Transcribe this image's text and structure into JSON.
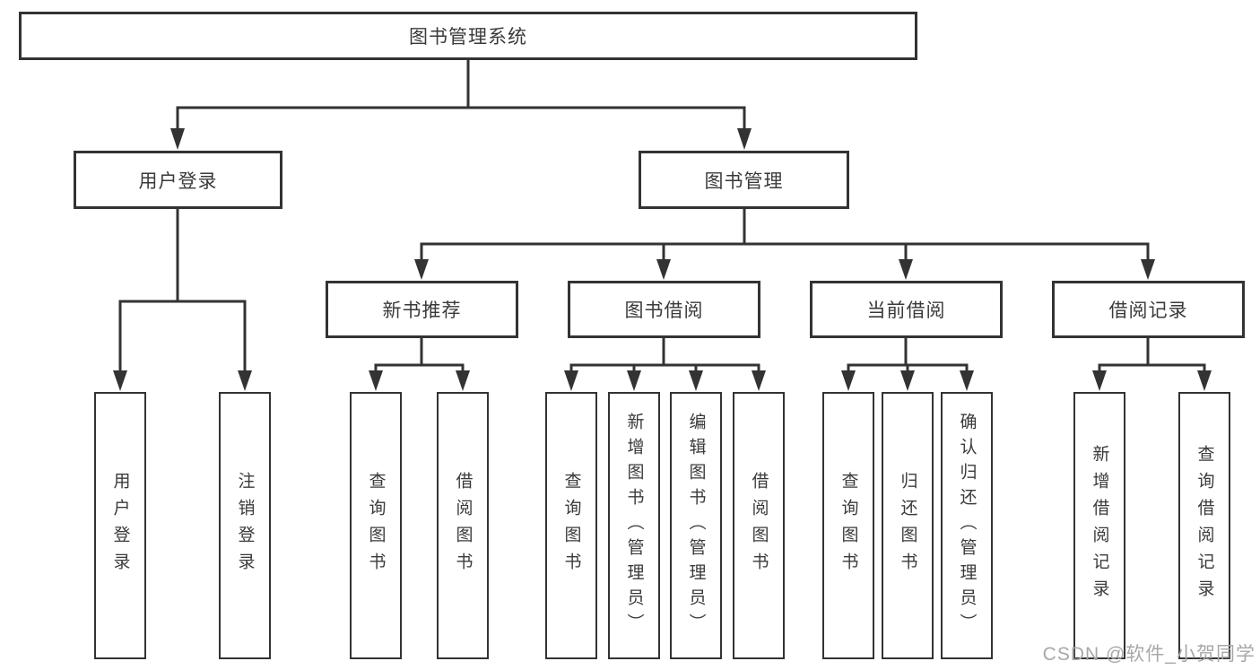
{
  "diagram": {
    "type": "tree",
    "root": "图书管理系统",
    "level2": {
      "user_login": "用户登录",
      "book_management": "图书管理"
    },
    "level3": {
      "new_book_recommend": "新书推荐",
      "book_borrow": "图书借阅",
      "current_borrow": "当前借阅",
      "borrow_records": "借阅记录"
    },
    "leaves": {
      "user_login": "用户登录",
      "logout": "注销登录",
      "nb_query_books": "查询图书",
      "nb_borrow_books": "借阅图书",
      "bb_query_books": "查询图书",
      "bb_add_book_admin": "新增图书（管理员）",
      "bb_edit_book_admin": "编辑图书（管理员）",
      "bb_borrow_books": "借阅图书",
      "cb_query_books": "查询图书",
      "cb_return_book": "归还图书",
      "cb_confirm_return_admin": "确认归还（管理员）",
      "br_add_record": "新增借阅记录",
      "br_query_record": "查询借阅记录"
    },
    "edges": [
      [
        "图书管理系统",
        "用户登录"
      ],
      [
        "图书管理系统",
        "图书管理"
      ],
      [
        "用户登录",
        "用户登录"
      ],
      [
        "用户登录",
        "注销登录"
      ],
      [
        "图书管理",
        "新书推荐"
      ],
      [
        "图书管理",
        "图书借阅"
      ],
      [
        "图书管理",
        "当前借阅"
      ],
      [
        "图书管理",
        "借阅记录"
      ],
      [
        "新书推荐",
        "查询图书"
      ],
      [
        "新书推荐",
        "借阅图书"
      ],
      [
        "图书借阅",
        "查询图书"
      ],
      [
        "图书借阅",
        "新增图书（管理员）"
      ],
      [
        "图书借阅",
        "编辑图书（管理员）"
      ],
      [
        "图书借阅",
        "借阅图书"
      ],
      [
        "当前借阅",
        "查询图书"
      ],
      [
        "当前借阅",
        "归还图书"
      ],
      [
        "当前借阅",
        "确认归还（管理员）"
      ],
      [
        "借阅记录",
        "新增借阅记录"
      ],
      [
        "借阅记录",
        "查询借阅记录"
      ]
    ],
    "colors": {
      "line": "#333333",
      "box_border": "#333333",
      "box_fill": "#ffffff",
      "text": "#3a3a3a",
      "background": "#ffffff",
      "watermark": "#a8a8a8"
    }
  },
  "watermark": "CSDN @软件_小贺同学"
}
